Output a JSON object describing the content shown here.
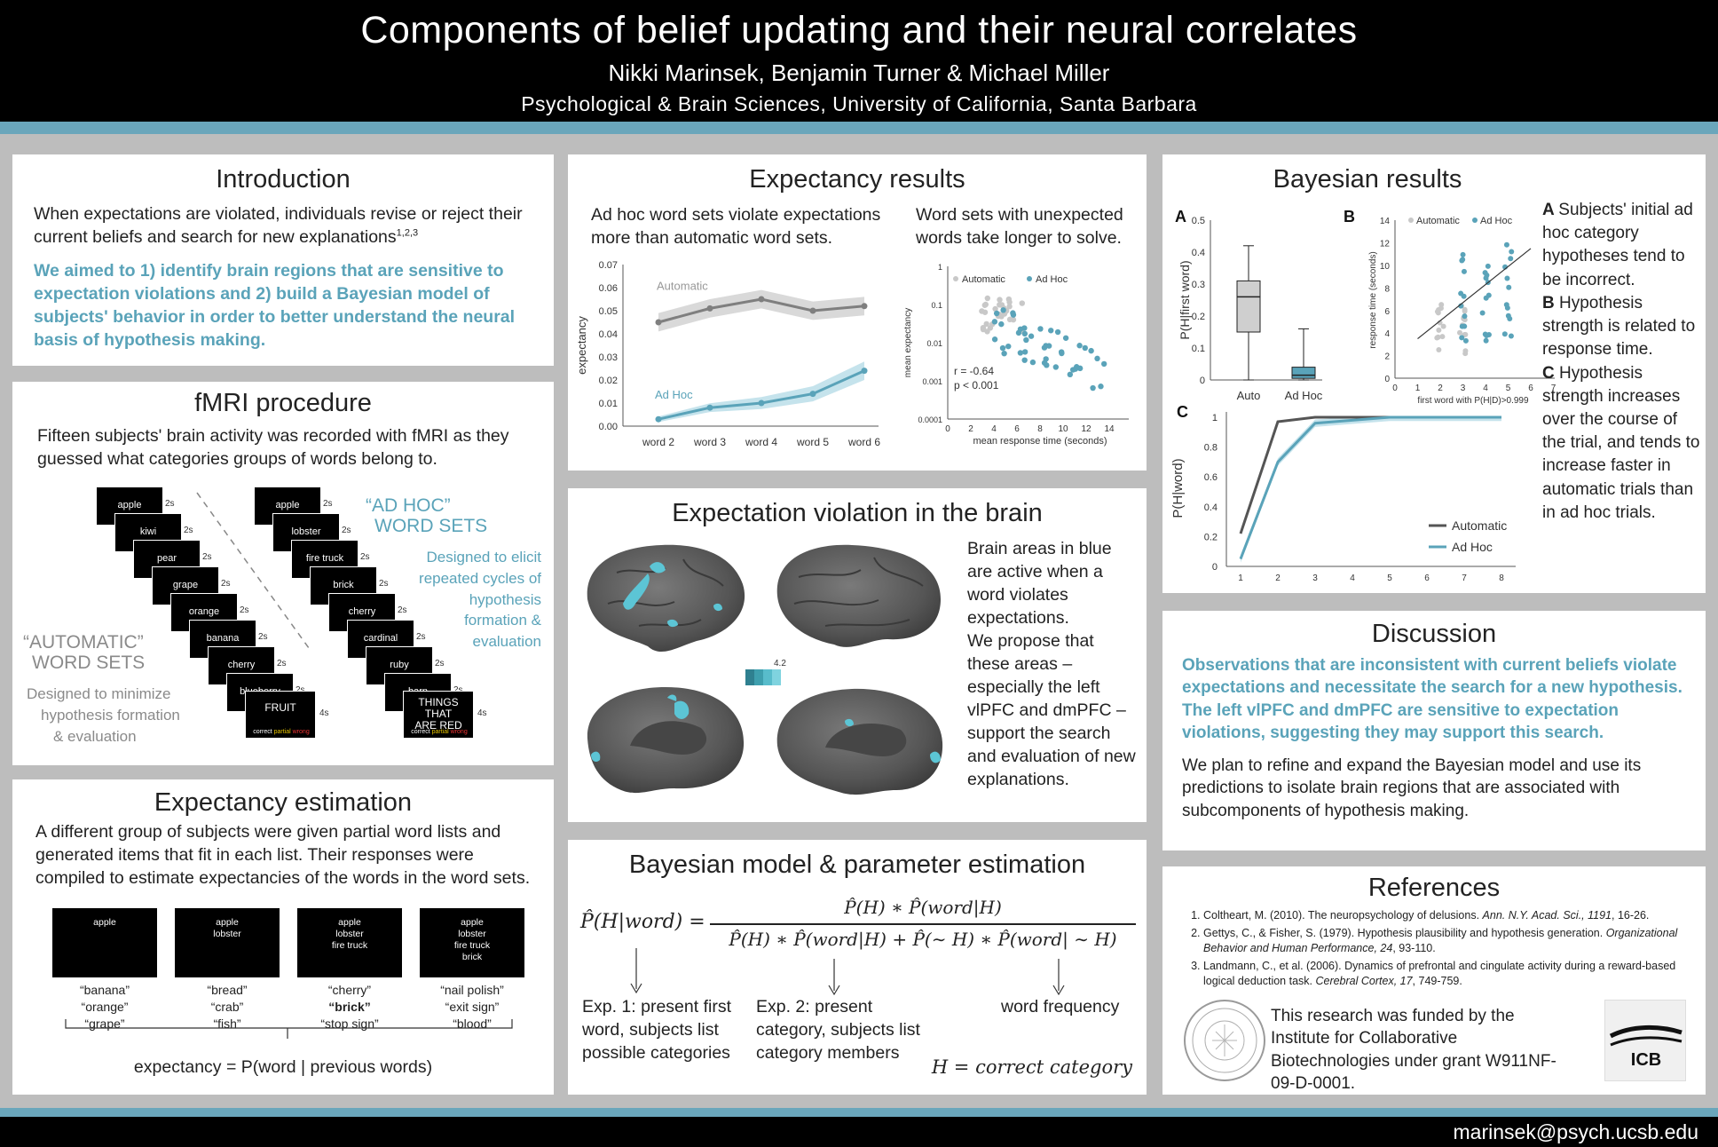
{
  "header": {
    "title": "Components of belief updating and their neural correlates",
    "authors": "Nikki Marinsek, Benjamin Turner & Michael Miller",
    "affiliation": "Psychological & Brain Sciences, University of California, Santa Barbara"
  },
  "footer": {
    "email": "marinsek@psych.ucsb.edu"
  },
  "intro": {
    "title": "Introduction",
    "text1": "When expectations are violated, individuals revise or reject their current beliefs and search for new explanations",
    "text1_sup": "1,2,3",
    "text2": "We aimed to 1) identify brain regions that are sensitive to expectation violations and 2) build a Bayesian model of subjects' behavior in order to better understand the neural basis of hypothesis making."
  },
  "fmri": {
    "title": "fMRI procedure",
    "text": "Fifteen subjects' brain activity was recorded with fMRI as they guessed what categories groups of words belong to.",
    "auto_words": [
      "apple",
      "kiwi",
      "pear",
      "grape",
      "orange",
      "banana",
      "cherry",
      "blueberry"
    ],
    "auto_final": "FRUIT",
    "adhoc_words": [
      "apple",
      "lobster",
      "fire truck",
      "brick",
      "cherry",
      "cardinal",
      "ruby",
      "barn"
    ],
    "adhoc_final_1": "THINGS THAT",
    "adhoc_final_2": "ARE RED",
    "dur": "2s",
    "dur_final": "4s",
    "fb_correct": "correct",
    "fb_partial": "partial",
    "fb_wrong": "wrong",
    "adhoc_label_1": "“AD HOC”",
    "adhoc_label_2": "WORD SETS",
    "adhoc_desc": [
      "Designed to elicit",
      "repeated cycles of",
      "hypothesis",
      "formation &",
      "evaluation"
    ],
    "auto_label_1": "“AUTOMATIC”",
    "auto_label_2": "WORD SETS",
    "auto_desc": [
      "Designed to minimize",
      "hypothesis formation",
      "& evaluation"
    ]
  },
  "estimation": {
    "title": "Expectancy estimation",
    "text": "A different group of subjects were given partial word lists and generated items that fit in each list. Their responses were compiled to estimate expectancies of the words in the word sets.",
    "cards": [
      {
        "words": [
          "apple"
        ],
        "responses": [
          "“banana”",
          "“orange”",
          "“grape”"
        ]
      },
      {
        "words": [
          "apple",
          "lobster"
        ],
        "responses": [
          "“bread”",
          "“crab”",
          "“fish”"
        ]
      },
      {
        "words": [
          "apple",
          "lobster",
          "fire truck"
        ],
        "responses": [
          "“cherry”",
          "“brick”",
          "“stop sign”"
        ]
      },
      {
        "words": [
          "apple",
          "lobster",
          "fire truck",
          "brick"
        ],
        "responses": [
          "“nail polish”",
          "“exit sign”",
          "“blood”"
        ]
      }
    ],
    "formula": "expectancy = P(word | previous words)"
  },
  "expectancy": {
    "title": "Expectancy results",
    "text_left": "Ad hoc word sets violate expectations more than automatic word sets.",
    "text_right": "Word sets with unexpected words take longer to solve."
  },
  "brain": {
    "title": "Expectation violation in the brain",
    "text1": "Brain areas in blue are active when a word violates expectations.",
    "text2": "We propose that these areas – especially the left vlPFC and dmPFC – support the search and evaluation of new explanations.",
    "scale_max": "4.2"
  },
  "model": {
    "title": "Bayesian model & parameter estimation",
    "lhs": "P̂(H|word) =",
    "numerator": "P̂(H) ∗ P̂(word|H)",
    "denominator": "P̂(H) ∗ P̂(word|H) + P̂(∼ H) ∗ P̂(word| ∼ H)",
    "exp1": "Exp. 1: present first word, subjects list possible categories",
    "exp2": "Exp. 2: present category, subjects list category members",
    "freq": "word frequency",
    "h_def": "H = correct category"
  },
  "bayes": {
    "title": "Bayesian results",
    "desc": [
      {
        "letter": "A",
        "text": "Subjects' initial ad hoc category hypotheses tend to be incorrect."
      },
      {
        "letter": "B",
        "text": "Hypothesis strength is related to response time."
      },
      {
        "letter": "C",
        "text": "Hypothesis strength increases over the course of the trial, and tends to increase faster in automatic trials than in ad hoc trials."
      }
    ]
  },
  "discussion": {
    "title": "Discussion",
    "text1": "Observations that are inconsistent with current beliefs violate expectations and necessitate the search for a new hypothesis. The left vlPFC and dmPFC are sensitive to expectation violations, suggesting they may support this search.",
    "text2": "We plan to refine and expand the Bayesian model and use its predictions to isolate brain regions that are associated with subcomponents of hypothesis making."
  },
  "references": {
    "title": "References",
    "items": [
      {
        "plain": "Coltheart, M. (2010). The neuropsychology of delusions. ",
        "ital": "Ann. N.Y. Acad. Sci., 1191",
        "rest": ", 16-26."
      },
      {
        "plain": "Gettys, C., & Fisher, S. (1979). Hypothesis plausibility and hypothesis generation. ",
        "ital": "Organizational Behavior and Human Performance, 24",
        "rest": ", 93-110."
      },
      {
        "plain": "Landmann, C., et al. (2006). Dynamics of prefrontal and cingulate activity during a reward-based logical deduction task. ",
        "ital": "Cerebral Cortex, 17",
        "rest": ", 749-759."
      }
    ],
    "funding": "This research was funded by the Institute for Collaborative Biotechnologies under grant W911NF-09-D-0001.",
    "icb": "ICB"
  },
  "chart_data": [
    {
      "type": "line",
      "ylabel": "expectancy",
      "categories": [
        "word 2",
        "word 3",
        "word 4",
        "word 5",
        "word 6"
      ],
      "ylim": [
        0,
        0.07
      ],
      "yticks": [
        "0.00",
        "0.01",
        "0.02",
        "0.03",
        "0.04",
        "0.05",
        "0.06",
        "0.07"
      ],
      "series": [
        {
          "name": "Automatic",
          "values": [
            0.045,
            0.051,
            0.055,
            0.05,
            0.052
          ],
          "color": "#7f7f7f"
        },
        {
          "name": "Ad Hoc",
          "values": [
            0.003,
            0.008,
            0.01,
            0.014,
            0.024
          ],
          "color": "#5aa3b9"
        }
      ]
    },
    {
      "type": "scatter",
      "xlabel": "mean response time (seconds)",
      "ylabel": "mean expectancy",
      "xticks": [
        "0",
        "2",
        "4",
        "6",
        "8",
        "10",
        "12",
        "14"
      ],
      "yticks": [
        "1",
        "0.1",
        "0.01",
        "0.001",
        "0.0001"
      ],
      "legend": [
        "Automatic",
        "Ad Hoc"
      ],
      "annotation": [
        "r = -0.64",
        "p < 0.001"
      ]
    },
    {
      "type": "box",
      "panel": "A",
      "ylabel": "P(H|first word)",
      "categories": [
        "Auto",
        "Ad Hoc"
      ],
      "yticks": [
        "0",
        "0.1",
        "0.2",
        "0.3",
        "0.4",
        "0.5"
      ],
      "boxes": [
        {
          "min": 0.0,
          "q1": 0.15,
          "median": 0.26,
          "q3": 0.31,
          "max": 0.42
        },
        {
          "min": 0.0,
          "q1": 0.005,
          "median": 0.015,
          "q3": 0.04,
          "max": 0.16
        }
      ]
    },
    {
      "type": "scatter",
      "panel": "B",
      "xlabel": "first word with P(H|D)>0.999",
      "ylabel": "response time (seconds)",
      "xticks": [
        "0",
        "1",
        "2",
        "3",
        "4",
        "5",
        "6",
        "7"
      ],
      "yticks": [
        "0",
        "2",
        "4",
        "6",
        "8",
        "10",
        "12",
        "14"
      ],
      "legend": [
        "Automatic",
        "Ad Hoc"
      ]
    },
    {
      "type": "line",
      "panel": "C",
      "ylabel": "P(H|word)",
      "x": [
        1,
        2,
        3,
        4,
        5,
        6,
        7,
        8
      ],
      "yticks": [
        "0",
        "0.2",
        "0.4",
        "0.6",
        "0.8",
        "1"
      ],
      "series": [
        {
          "name": "Automatic",
          "values": [
            0.22,
            0.97,
            1.0,
            1.0,
            1.0,
            1.0,
            1.0,
            1.0
          ],
          "color": "#555555"
        },
        {
          "name": "Ad Hoc",
          "values": [
            0.05,
            0.7,
            0.96,
            0.98,
            1.0,
            1.0,
            1.0,
            1.0
          ],
          "color": "#5aa3b9"
        }
      ]
    }
  ]
}
